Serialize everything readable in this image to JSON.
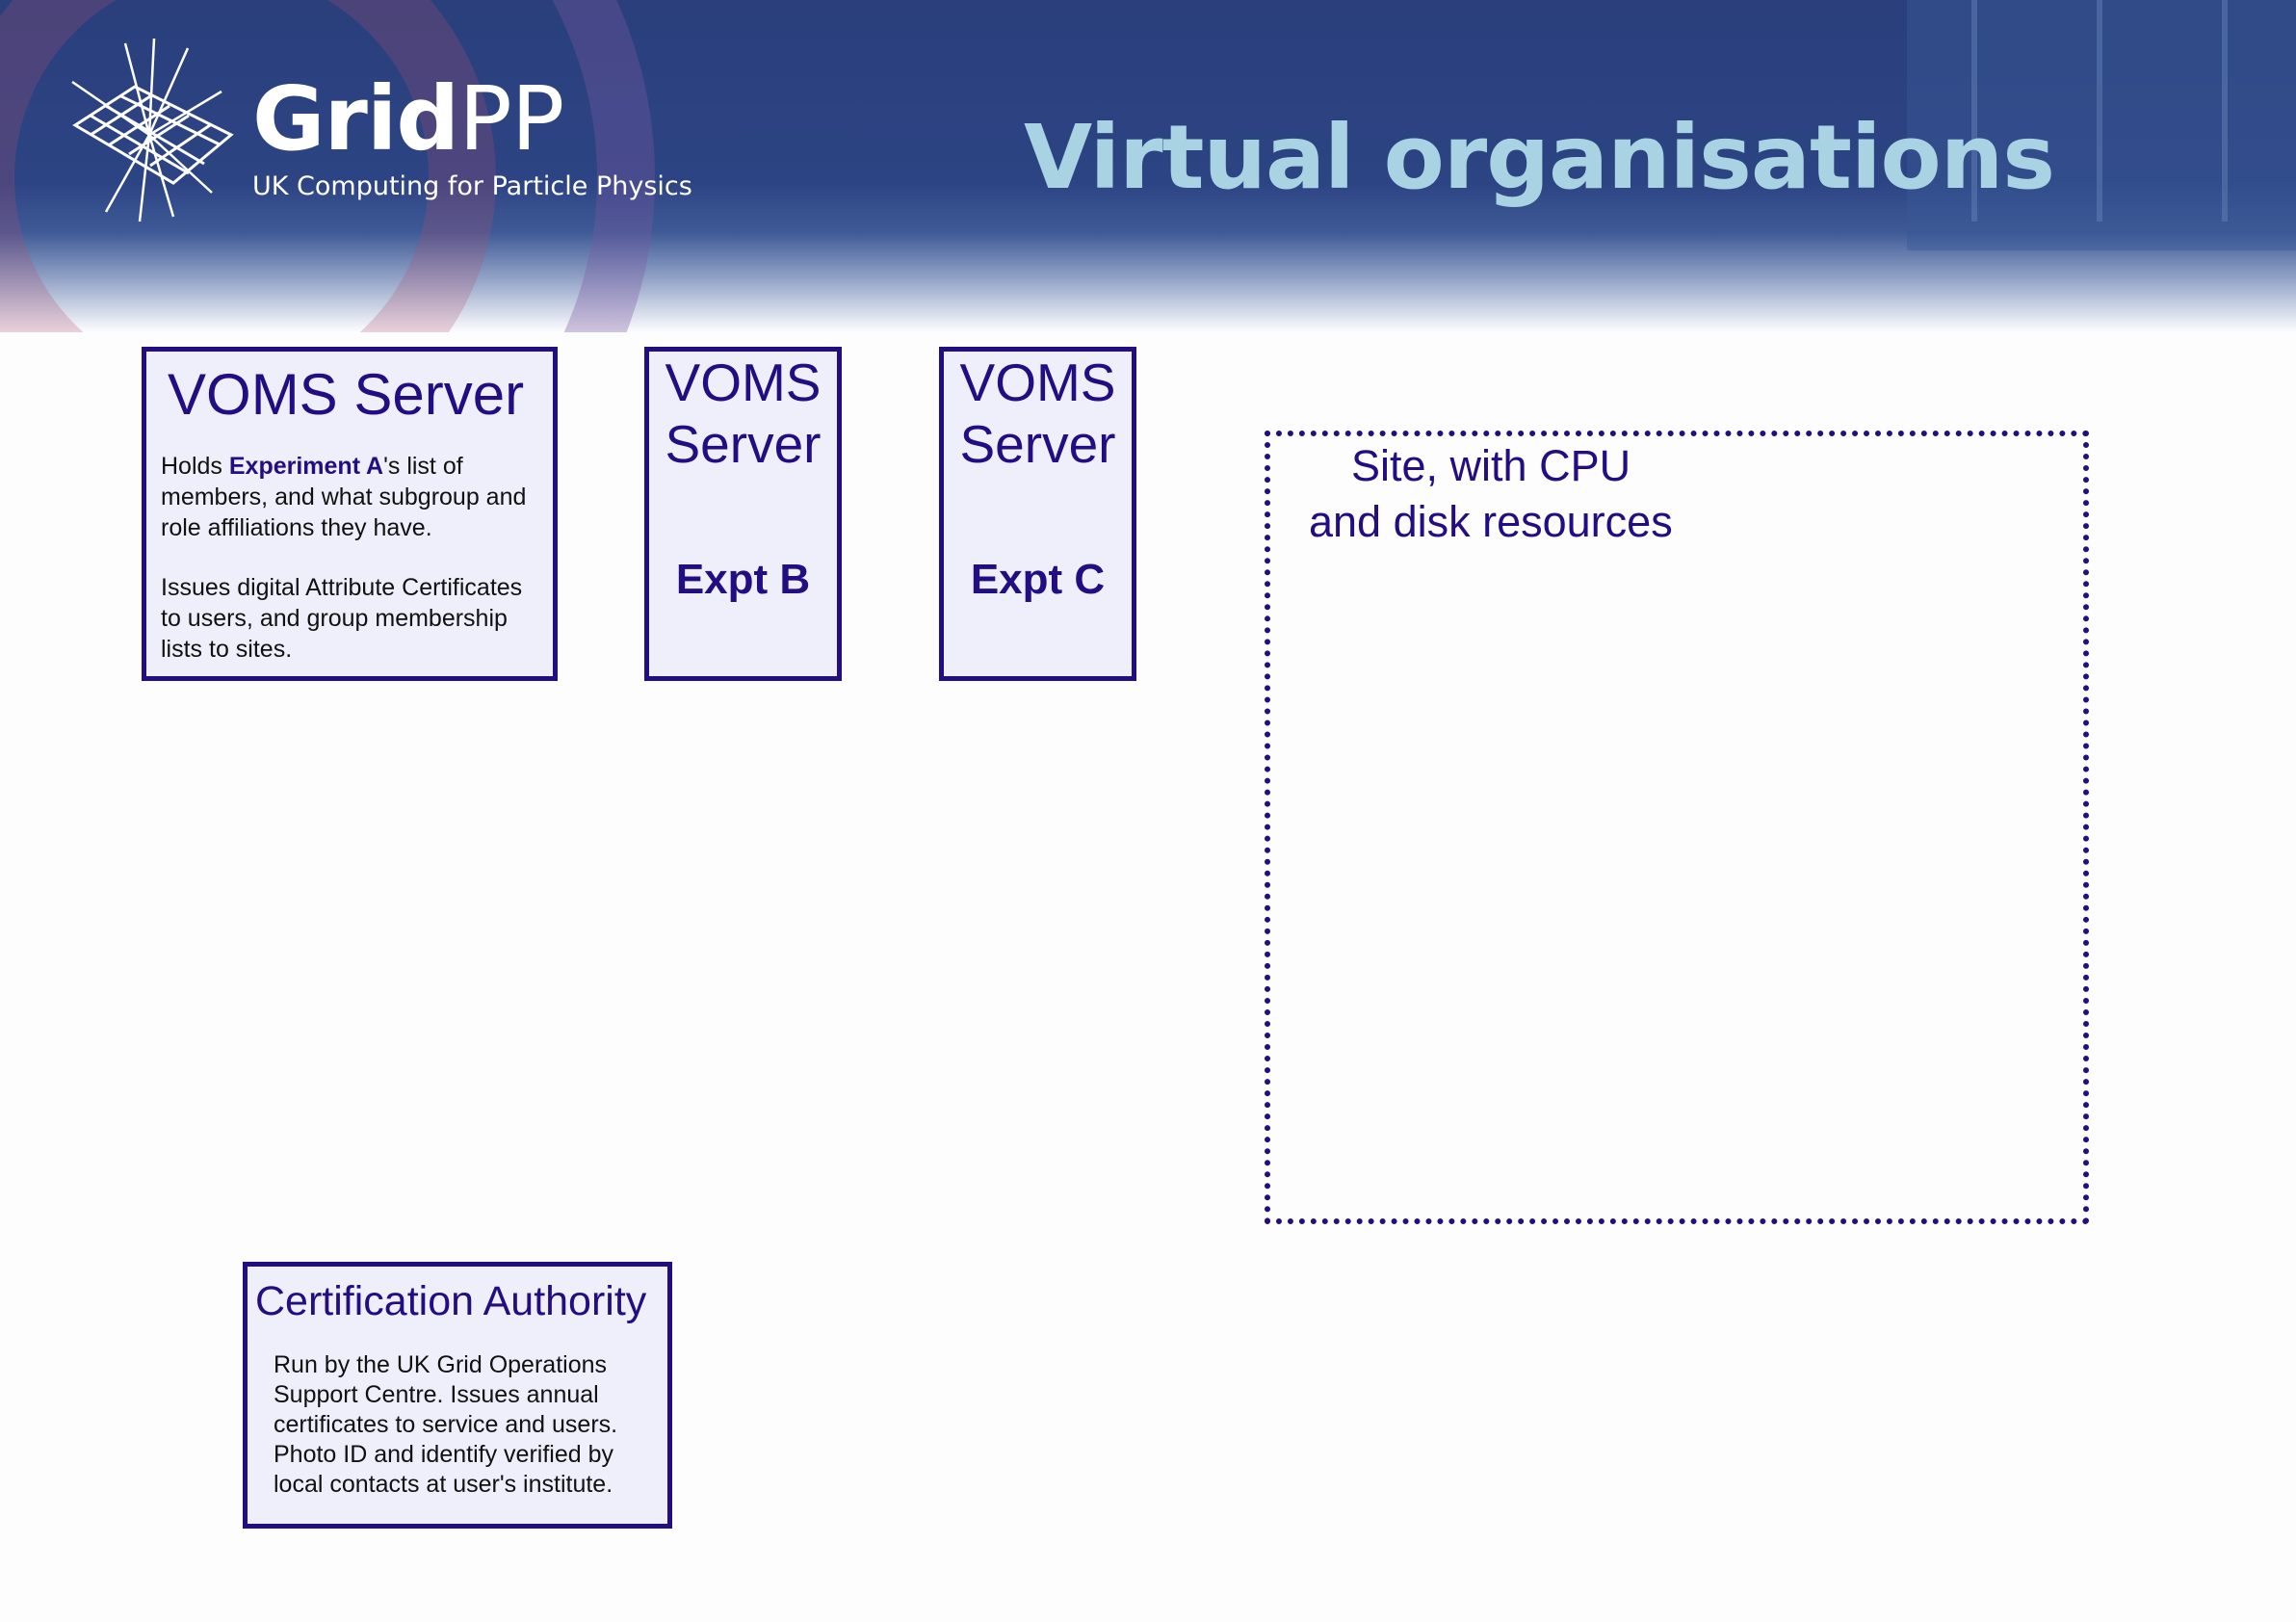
{
  "header": {
    "logo_word_bold": "Grid",
    "logo_word_light": "PP",
    "logo_tagline": "UK Computing for Particle Physics",
    "title": "Virtual organisations"
  },
  "voms_a": {
    "title": "VOMS Server",
    "para1_pre": "Holds ",
    "para1_bold": "Experiment A",
    "para1_post": "'s list of members, and what subgroup and role affiliations they have.",
    "para2": "Issues digital Attribute Certificates to users, and group membership lists to sites."
  },
  "voms_b": {
    "line1": "VOMS",
    "line2": "Server",
    "label": "Expt B"
  },
  "voms_c": {
    "line1": "VOMS",
    "line2": "Server",
    "label": "Expt C"
  },
  "site": {
    "line1": "Site, with CPU",
    "line2": "and disk resources"
  },
  "ca": {
    "title": "Certification Authority",
    "desc": "Run by the UK Grid Operations Support Centre. Issues annual certificates to service and users. Photo ID and identify verified by local contacts at user's institute."
  },
  "colors": {
    "box_border": "#220d82",
    "box_fill": "#efeffb",
    "title_color": "#a9d3e2",
    "header_blue": "#2d4484"
  }
}
